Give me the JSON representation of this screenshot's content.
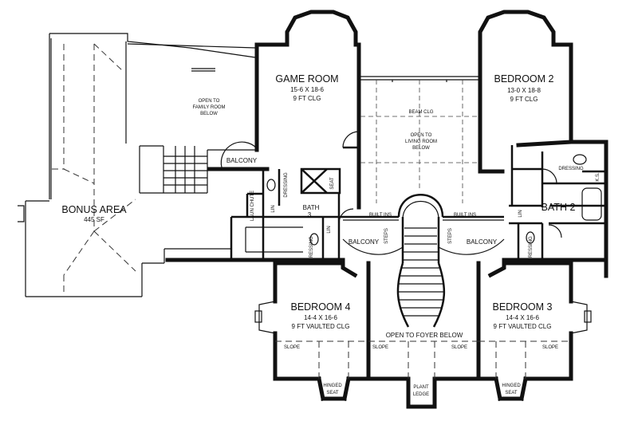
{
  "rooms": {
    "game_room": {
      "name": "GAME ROOM",
      "dim": "15-6 X 18-6",
      "clg": "9 FT CLG"
    },
    "bedroom2": {
      "name": "BEDROOM 2",
      "dim": "13-0 X 18-8",
      "clg": "9 FT CLG"
    },
    "bedroom3": {
      "name": "BEDROOM 3",
      "dim": "14-4 X 16-6",
      "clg": "9 FT VAULTED CLG"
    },
    "bedroom4": {
      "name": "BEDROOM 4",
      "dim": "14-4 X 16-6",
      "clg": "9 FT VAULTED CLG"
    },
    "bonus": {
      "name": "BONUS AREA",
      "sf": "445 SF"
    },
    "bath2": {
      "name": "BATH 2"
    },
    "bath3": {
      "name": "BATH",
      "num": "3"
    }
  },
  "labels": {
    "balcony": "BALCONY",
    "open_family_1": "OPEN TO",
    "open_family_2": "FAMILY ROOM",
    "open_family_3": "BELOW",
    "beam_clg": "BEAM CLG",
    "open_living_1": "OPEN TO",
    "open_living_2": "LIVING ROOM",
    "open_living_3": "BELOW",
    "open_foyer": "OPEN TO FOYER BELOW",
    "built_ins": "BUILT INS",
    "steps": "STEPS",
    "dressing": "DRESSING",
    "lin": "LIN",
    "laun_chute": "LAUN CHUTE",
    "seat": "SEAT",
    "ks": "K.S.",
    "slope": "SLOPE",
    "hinged": "HINGED",
    "seat_down": "SEAT",
    "plant": "PLANT",
    "ledge": "LEDGE"
  }
}
